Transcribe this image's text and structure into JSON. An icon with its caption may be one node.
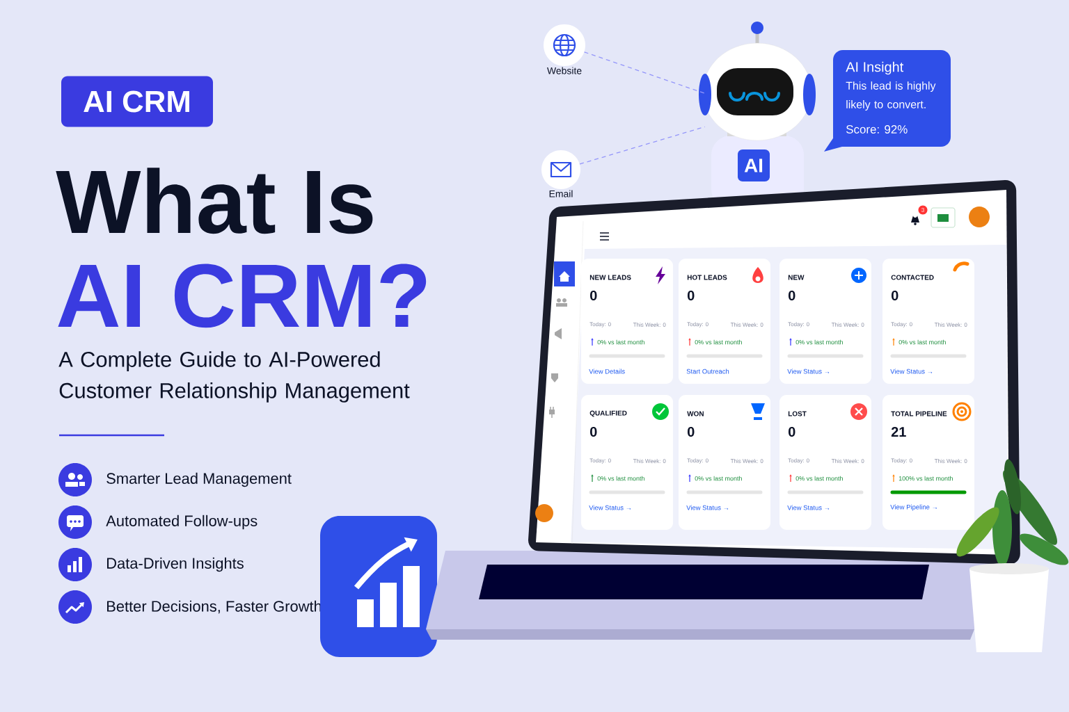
{
  "diagram": {
    "nodes": [
      {
        "text": [
          "AI CRM"
        ]
      },
      {
        "text": [
          "Website"
        ]
      },
      {
        "text": [
          "Email"
        ]
      },
      {
        "text": [
          "AI"
        ]
      },
      {
        "text": [
          "AI Insight",
          "This lead is highly likely to convert.",
          "Score: 92%"
        ]
      },
      {
        "text": [
          "NEW LEADS",
          "0",
          "Today: 0",
          "This Week: 0",
          "0% vs last month",
          "View Details"
        ]
      },
      {
        "text": [
          "HOT LEADS",
          "0",
          "Today: 0",
          "This Week: 0",
          "0% vs last month",
          "Start Outreach"
        ]
      },
      {
        "text": [
          "NEW",
          "0",
          "Today: 0",
          "This Week: 0",
          "0% vs last month",
          "View Status →"
        ]
      },
      {
        "text": [
          "CONTACTED",
          "0",
          "Today: 0",
          "This Week: 0",
          "0% vs last month",
          "View Status →"
        ]
      },
      {
        "text": [
          "QUALIFIED",
          "0",
          "Today: 0",
          "This Week: 0",
          "0% vs last month",
          "View Status →"
        ]
      },
      {
        "text": [
          "WON",
          "0",
          "Today: 0",
          "This Week: 0",
          "0% vs last month",
          "View Status →"
        ]
      },
      {
        "text": [
          "LOST",
          "0",
          "Today: 0",
          "This Week: 0",
          "0% vs last month",
          "View Status →"
        ]
      },
      {
        "text": [
          "TOTAL PIPELINE",
          "21",
          "Today: 0",
          "This Week: 0",
          "100% vs last month",
          "View Pipeline →"
        ]
      }
    ],
    "edges": [
      {
        "from": 1,
        "to": 3,
        "arrow": "none",
        "style": "dashed"
      },
      {
        "from": 2,
        "to": 3,
        "arrow": "none",
        "style": "dashed"
      }
    ],
    "labels": [
      "What Is",
      "AI CRM?",
      "A Complete Guide to AI-Powered Customer Relationship Management",
      "Smarter Lead Management",
      "Automated Follow-ups",
      "Data-Driven Insights",
      "Better Decisions, Faster Growth",
      "3"
    ]
  }
}
